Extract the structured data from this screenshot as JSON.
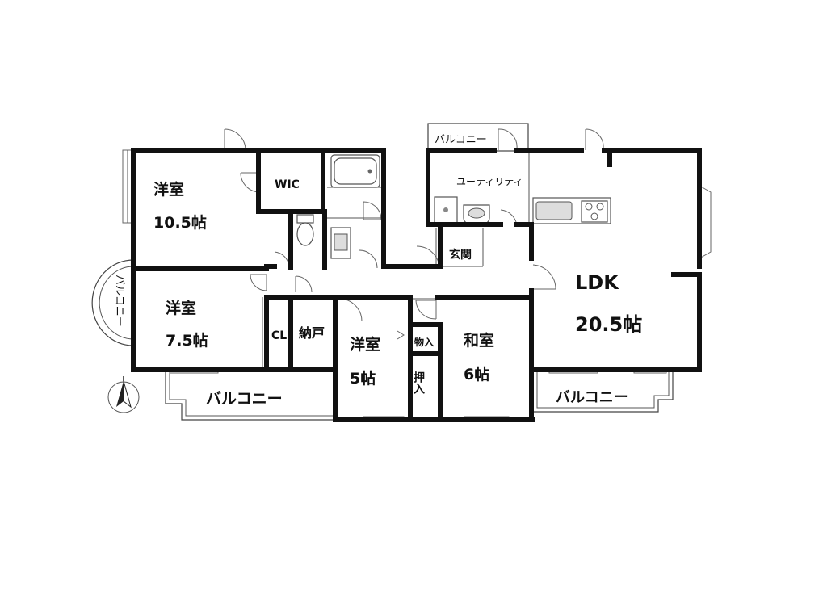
{
  "rooms": {
    "western_1": {
      "name": "洋室",
      "size": "10.5帖"
    },
    "wic": {
      "name": "WIC"
    },
    "western_2": {
      "name": "洋室",
      "size": "7.5帖"
    },
    "closet": {
      "name": "CL"
    },
    "storage": {
      "name": "納戸"
    },
    "western_3": {
      "name": "洋室",
      "size": "5帖"
    },
    "mono_ire": {
      "name": "物入"
    },
    "oshiire": {
      "name": "押入"
    },
    "washitsu": {
      "name": "和室",
      "size": "6帖"
    },
    "ldk": {
      "name": "LDK",
      "size": "20.5帖"
    },
    "utility": {
      "name": "ユーティリティ"
    },
    "entrance": {
      "name": "玄関"
    }
  },
  "balconies": {
    "top": "バルコニー",
    "left_round": "バルコニー",
    "bottom_left": "バルコニー",
    "bottom_right": "バルコニー"
  },
  "icons": [
    "north-arrow-icon",
    "bathtub-icon",
    "toilet-icon",
    "washbasin-icon",
    "kitchen-sink-icon",
    "stove-icon",
    "washing-machine-icon"
  ]
}
